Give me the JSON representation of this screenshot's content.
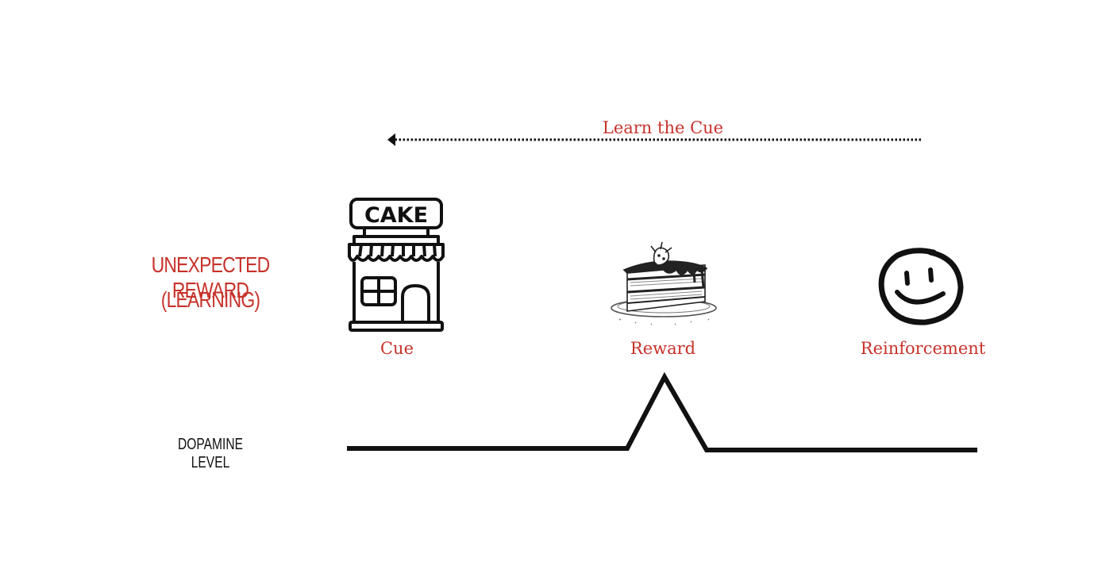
{
  "diagram": {
    "side_title_line1": "UNEXPECTED REWARD",
    "side_title_line2": "(LEARNING)",
    "arrow_label": "Learn the Cue",
    "stages": [
      {
        "label": "Cue",
        "icon": "cake-shop-icon"
      },
      {
        "label": "Reward",
        "icon": "cake-slice-icon"
      },
      {
        "label": "Reinforcement",
        "icon": "smiley-face-icon"
      }
    ],
    "signal_label": "DOPAMINE LEVEL",
    "shop_sign": "CAKE",
    "colors": {
      "accent": "#c7332b",
      "ink": "#111111"
    }
  }
}
